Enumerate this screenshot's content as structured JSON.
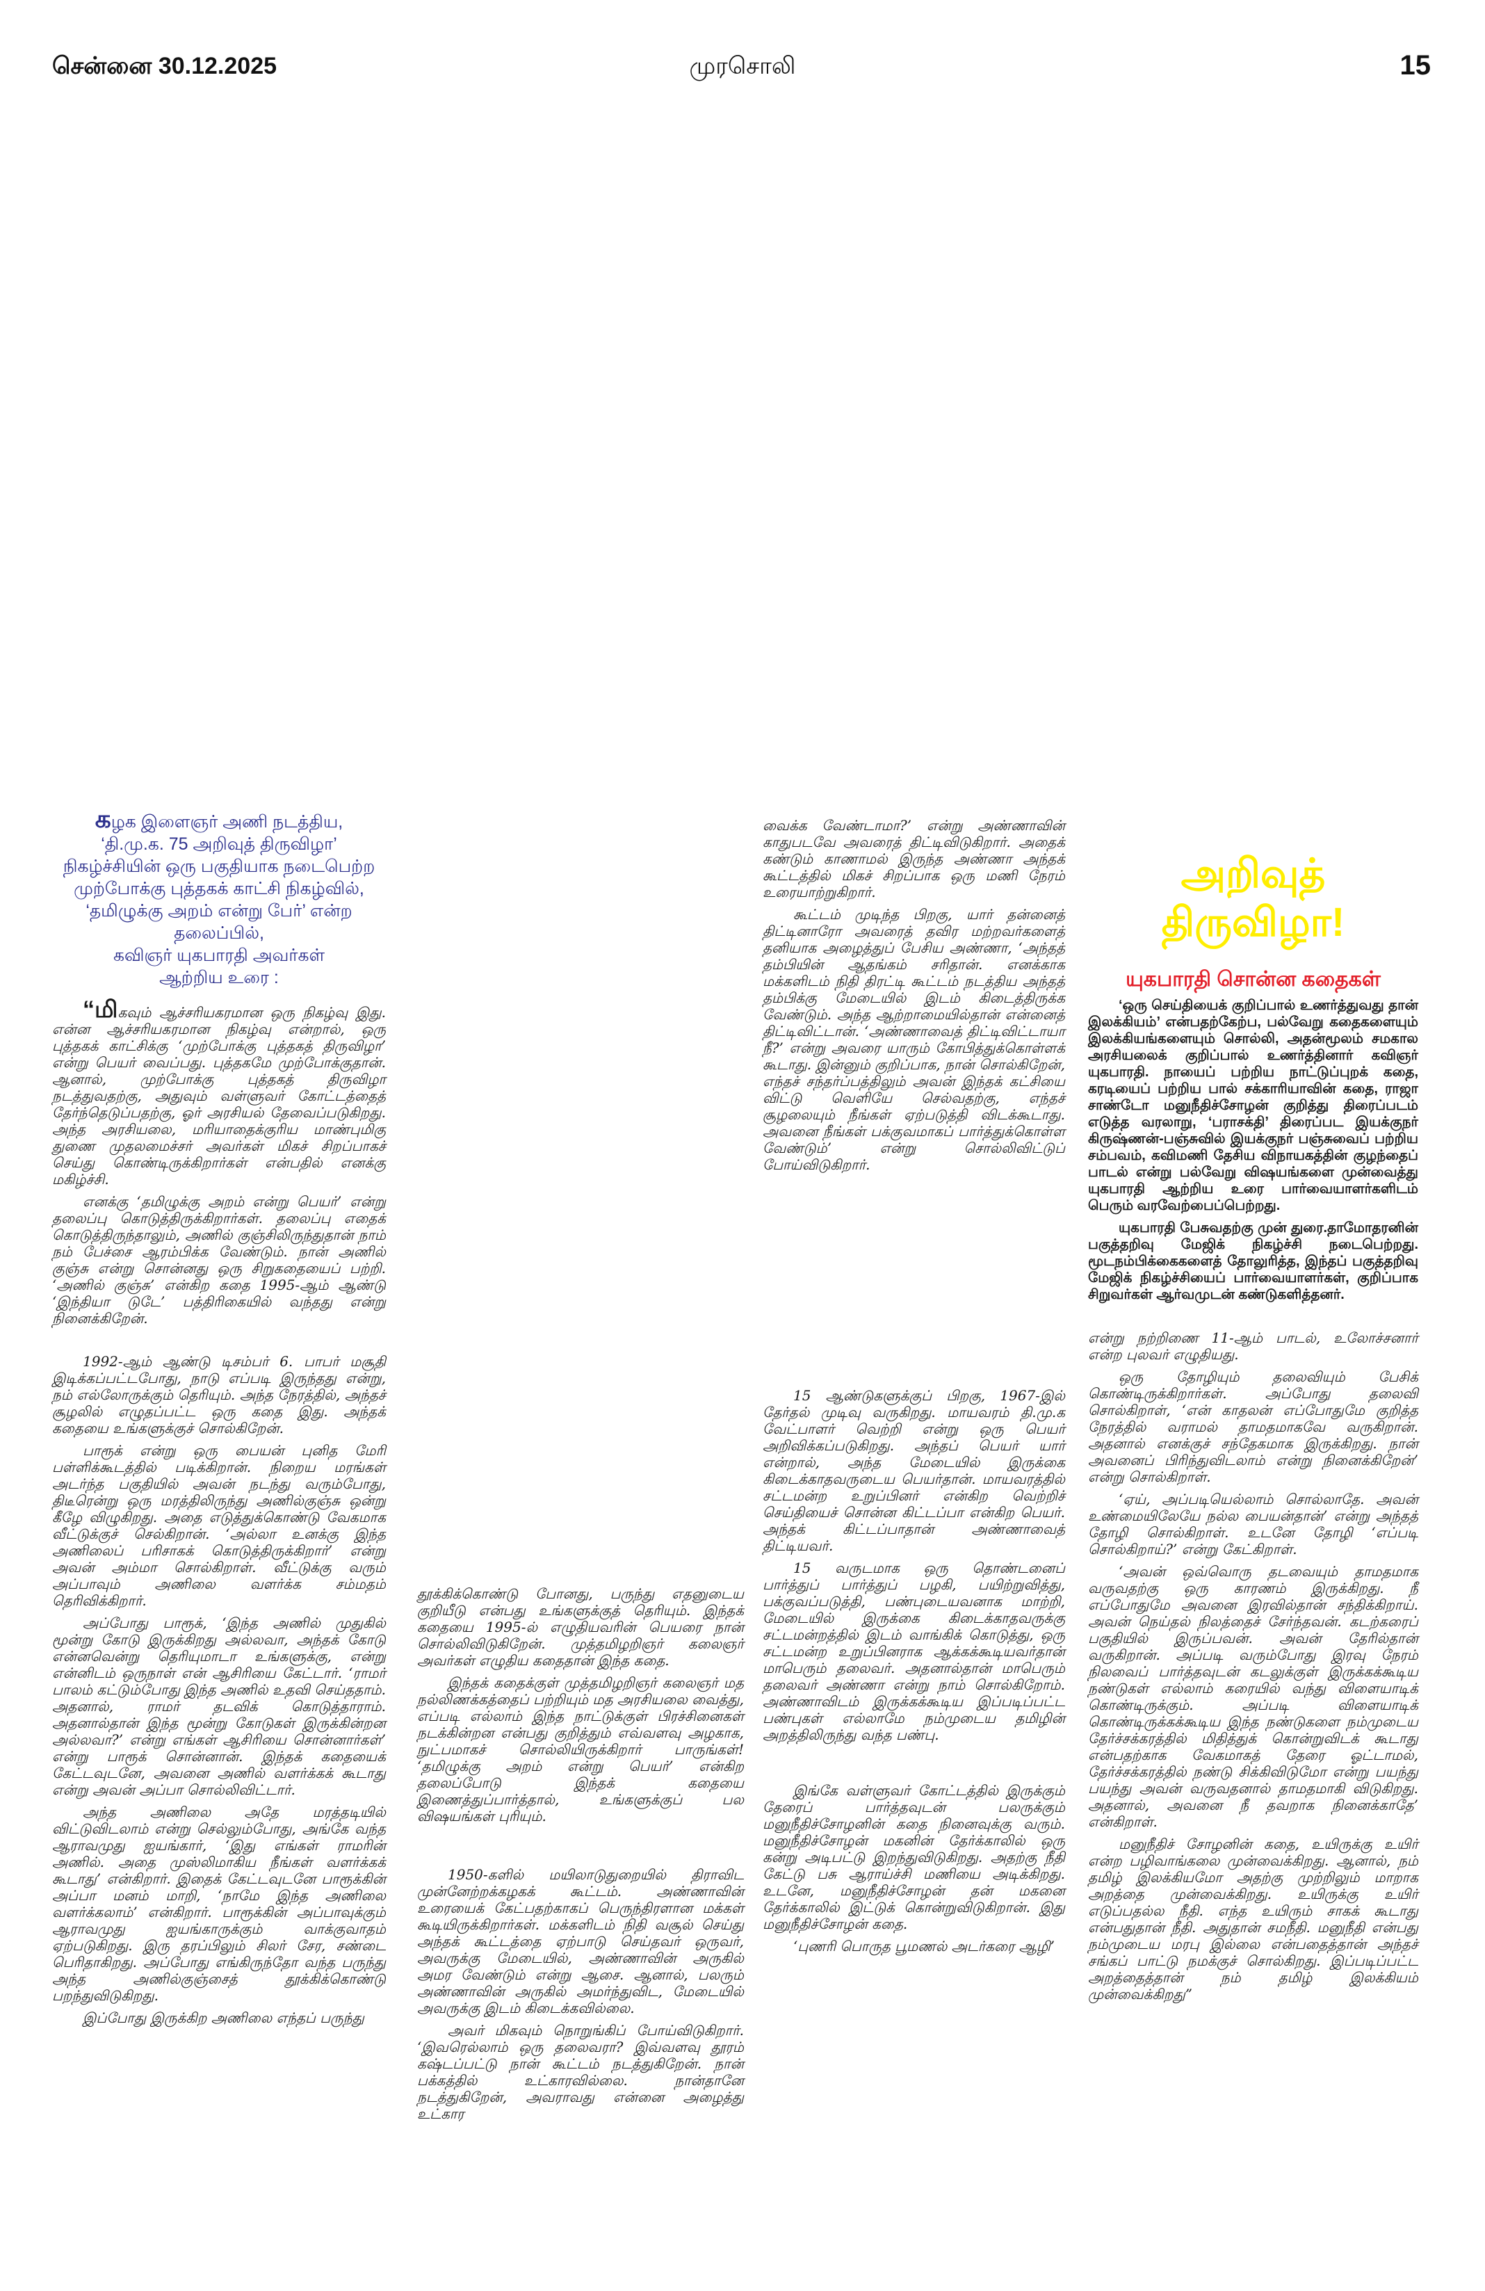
{
  "header": {
    "date": "சென்னை 30.12.2025",
    "paper_name": "முரசொலி",
    "page_number": "15"
  },
  "intro": {
    "drop_letter": "க",
    "lines": [
      "ழக இளைஞர் அணி நடத்திய,",
      "‘தி.மு.க. 75 அறிவுத் திருவிழா’",
      "நிகழ்ச்சியின் ஒரு பகுதியாக நடைபெற்ற",
      "முற்போக்கு புத்தகக் காட்சி நிகழ்வில்,",
      "‘தமிழுக்கு அறம் என்று பேர்’ என்ற தலைப்பில்,",
      "கவிஞர் யுகபாரதி அவர்கள்",
      "ஆற்றிய உரை :"
    ],
    "color": "#2b2f8c"
  },
  "sidebar": {
    "headline": "அறிவுத் திருவிழா!",
    "headline_color": "#ffee00",
    "subhead": "யுகபாரதி சொன்ன கதைகள்",
    "subhead_color": "#e3202a",
    "paragraphs": [
      "‘ஒரு செய்தியைக் குறிப்பால் உணர்த்துவது தான் இலக்கியம்’ என்பதற்கேற்ப, பல்வேறு கதைகளையும் இலக்கியங்களையும் சொல்லி, அதன்மூலம் சமகால அரசியலைக் குறிப்பால் உணர்த்தினார் கவிஞர் யுகபாரதி. நாயைப் பற்றிய நாட்டுப்புறக் கதை, கரடியைப் பற்றிய பால் சக்காரியாவின் கதை, ராஜா சாண்டோ மனுநீதிச்சோழன் குறித்து திரைப்படம் எடுத்த வரலாறு, ‘பராசக்தி’ திரைப்பட இயக்குநர் கிருஷ்ணன்-பஞ்சுவில் இயக்குநர் பஞ்சுவைப் பற்றிய சம்பவம், கவிமணி தேசிய விநாயகத்தின் குழந்தைப் பாடல் என்று பல்வேறு விஷயங்களை முன்வைத்து யுகபாரதி ஆற்றிய உரை பார்வையாளர்களிடம் பெரும் வரவேற்பைப்பெற்றது.",
      "யுகபாரதி பேசுவதற்கு முன் துரை.தாமோதரனின் பகுத்தறிவு மேஜிக் நிகழ்ச்சி நடைபெற்றது. மூடநம்பிக்கைகளைத் தோலுரித்த, இந்தப் பகுத்தறிவு மேஜிக் நிகழ்ச்சியைப் பார்வையாளர்கள், குறிப்பாக சிறுவர்கள் ஆர்வமுடன் கண்டுகளித்தனர்."
    ]
  },
  "col1_top": {
    "drop": "“மி",
    "p1_rest": "கவும் ஆச்சரியகரமான ஒரு நிகழ்வு இது. என்ன ஆச்சரியகரமான நிகழ்வு என்றால், ஒரு புத்தகக் காட்சிக்கு ‘முற்போக்கு புத்தகத் திருவிழா’ என்று பெயர் வைப்பது. புத்தகமே முற்போக்குதான். ஆனால், முற்போக்கு புத்தகத் திருவிழா நடத்துவதற்கு, அதுவும் வள்ளுவர் கோட்டத்தைத் தேர்ந்தெடுப்பதற்கு, ஓர் அரசியல் தேவைப்படுகிறது. அந்த அரசியலை, மரியாதைக்குரிய மாண்புமிகு துணை முதலமைச்சர் அவர்கள் மிகச் சிறப்பாகச் செய்து கொண்டிருக்கிறார்கள் என்பதில் எனக்கு மகிழ்ச்சி.",
    "p2": "எனக்கு ‘தமிழுக்கு அறம் என்று பெயர்’ என்று தலைப்பு கொடுத்திருக்கிறார்கள். தலைப்பு எதைக் கொடுத்திருந்தாலும், அணில் குஞ்சிலிருந்துதான் நாம் நம் பேச்சை ஆரம்பிக்க வேண்டும். நான் அணில் குஞ்சு என்று சொன்னது ஒரு சிறுகதையைப் பற்றி. ‘அணில் குஞ்சு’ என்கிற கதை 1995-ஆம் ஆண்டு ‘இந்தியா டுடே’ பத்திரிகையில் வந்தது என்று நினைக்கிறேன்."
  },
  "col1_bottom": [
    "1992-ஆம் ஆண்டு டிசம்பர் 6. பாபர் மசூதி இடிக்கப்பட்டபோது, நாடு எப்படி இருந்தது என்று, நம் எல்லோருக்கும் தெரியும். அந்த நேரத்தில், அந்தச் சூழலில் எழுதப்பட்ட ஒரு கதை இது. அந்தக் கதையை உங்களுக்குச் சொல்கிறேன்.",
    "பாரூக் என்று ஒரு பையன் புனித மேரி பள்ளிக்கூடத்தில் படிக்கிறான். நிறைய மரங்கள் அடர்ந்த பகுதியில் அவன் நடந்து வரும்போது, திடீரென்று ஒரு மரத்திலிருந்து அணில்குஞ்சு ஒன்று கீழே விழுகிறது. அதை எடுத்துக்கொண்டு வேகமாக வீட்டுக்குச் செல்கிறான். ‘அல்லா உனக்கு இந்த அணிலைப் பரிசாகக் கொடுத்திருக்கிறார்’ என்று அவன் அம்மா சொல்கிறாள். வீட்டுக்கு வரும் அப்பாவும் அணிலை வளர்க்க சம்மதம் தெரிவிக்கிறார்.",
    "அப்போது பாரூக், ‘இந்த அணில் முதுகில் மூன்று கோடு இருக்கிறது அல்லவா, அந்தக் கோடு என்னவென்று தெரியுமாடா உங்களுக்கு, என்று என்னிடம் ஒருநாள் என் ஆசிரியை கேட்டார். ‘ராமர் பாலம் கட்டும்போது இந்த அணில் உதவி செய்ததாம். அதனால், ராமர் தடவிக் கொடுத்தாராம். அதனால்தான் இந்த மூன்று கோடுகள் இருக்கின்றன அல்லவா?’ என்று எங்கள் ஆசிரியை சொன்னார்கள்’ என்று பாரூக் சொன்னான். இந்தக் கதையைக் கேட்டவுடனே, அவனை அணில் வளர்க்கக் கூடாது என்று அவன் அப்பா சொல்லிவிட்டார்.",
    "அந்த அணிலை அதே மரத்தடியில் விட்டுவிடலாம் என்று செல்லும்போது, அங்கே வந்த ஆராவமுது ஐயங்கார், ‘இது எங்கள் ராமரின் அணில். அதை முஸ்லிமாகிய நீங்கள் வளர்க்கக் கூடாது’ என்கிறார். இதைக் கேட்டவுடனே பாரூக்கின் அப்பா மனம் மாறி, ‘நாமே இந்த அணிலை வளர்க்கலாம்’ என்கிறார். பாரூக்கின் அப்பாவுக்கும் ஆராவமுது ஐயங்காருக்கும் வாக்குவாதம் ஏற்படுகிறது. இரு தரப்பிலும் சிலர் சேர, சண்டை பெரிதாகிறது. அப்போது எங்கிருந்தோ வந்த பருந்து அந்த அணில்குஞ்சைத் தூக்கிக்கொண்டு பறந்துவிடுகிறது.",
    "இப்போது இருக்கிற அணிலை எந்தப் பருந்து"
  ],
  "col2": [
    "தூக்கிக்கொண்டு போனது, பருந்து எதனுடைய குறியீடு என்பது உங்களுக்குத் தெரியும். இந்தக் கதையை 1995-ல் எழுதியவரின் பெயரை நான் சொல்லிவிடுகிறேன். முத்தமிழறிஞர் கலைஞர் அவர்கள் எழுதிய கதைதான் இந்த கதை.",
    "இந்தக் கதைக்குள் முத்தமிழறிஞர் கலைஞர் மத நல்லிணக்கத்தைப் பற்றியும் மத அரசியலை வைத்து, எப்படி எல்லாம் இந்த நாட்டுக்குள் பிரச்சினைகள் நடக்கின்றன என்பது குறித்தும் எவ்வளவு அழகாக, நுட்பமாகச் சொல்லியிருக்கிறார் பாருங்கள்! ‘தமிழுக்கு அறம் என்று பெயர்’ என்கிற தலைப்போடு இந்தக் கதையை இணைத்துப்பார்த்தால், உங்களுக்குப் பல விஷயங்கள் புரியும்.",
    "1950-களில் மயிலாடுதுறையில் திராவிட முன்னேற்றக்கழகக் கூட்டம். அண்ணாவின் உரையைக் கேட்பதற்காகப் பெருந்திரளான மக்கள் கூடியிருக்கிறார்கள். மக்களிடம் நிதி வசூல் செய்து அந்தக் கூட்டத்தை ஏற்பாடு செய்தவர் ஒருவர், அவருக்கு மேடையில், அண்ணாவின் அருகில் அமர வேண்டும் என்று ஆசை. ஆனால், பலரும் அண்ணாவின் அருகில் அமர்ந்துவிட, மேடையில் அவருக்கு இடம் கிடைக்கவில்லை.",
    "அவர் மிகவும் நொறுங்கிப் போய்விடுகிறார். ‘இவரெல்லாம் ஒரு தலைவரா? இவ்வளவு தூரம் கஷ்டப்பட்டு நான் கூட்டம் நடத்துகிறேன். நான் பக்கத்தில் உட்காரவில்லை. நான்தானே நடத்துகிறேன், அவராவது என்னை அழைத்து உட்கார"
  ],
  "col3_top": [
    "வைக்க வேண்டாமா?’ என்று அண்ணாவின் காதுபடவே அவரைத் திட்டிவிடுகிறார். அதைக் கண்டும் காணாமல் இருந்த அண்ணா அந்தக் கூட்டத்தில் மிகச் சிறப்பாக ஒரு மணி நேரம் உரையாற்றுகிறார்.",
    "கூட்டம் முடிந்த பிறகு, யார் தன்னைத் திட்டினாரோ அவரைத் தவிர மற்றவர்களைத் தனியாக அழைத்துப் பேசிய அண்ணா, ‘அந்தத் தம்பியின் ஆதங்கம் சரிதான். எனக்காக மக்களிடம் நிதி திரட்டி கூட்டம் நடத்திய அந்தத் தம்பிக்கு மேடையில் இடம் கிடைத்திருக்க வேண்டும். அந்த ஆற்றாமையில்தான் என்னைத் திட்டிவிட்டான். ‘அண்ணாவைத் திட்டிவிட்டாயா நீ?’ என்று அவரை யாரும் கோபித்துக்கொள்ளக் கூடாது. இன்னும் குறிப்பாக, நான் சொல்கிறேன், எந்தச் சந்தர்ப்பத்திலும் அவன் இந்தக் கட்சியை விட்டு வெளியே செல்வதற்கு, எந்தச் சூழலையும் நீங்கள் ஏற்படுத்தி விடக்கூடாது. அவனை நீங்கள் பக்குவமாகப் பார்த்துக்கொள்ள வேண்டும்’ என்று சொல்லிவிட்டுப் போய்விடுகிறார்."
  ],
  "col3_bottom": [
    "15 ஆண்டுகளுக்குப் பிறகு, 1967-இல் தேர்தல் முடிவு வருகிறது. மாயவரம் தி.மு.க வேட்பாளர் வெற்றி என்று ஒரு பெயர் அறிவிக்கப்படுகிறது. அந்தப் பெயர் யார் என்றால், அந்த மேடையில் இருக்கை கிடைக்காதவருடைய பெயர்தான். மாயவரத்தில் சட்டமன்ற உறுப்பினர் என்கிற வெற்றிச் செய்தியைச் சொன்ன கிட்டப்பா என்கிற பெயர். அந்தக் கிட்டப்பாதான் அண்ணாவைத் திட்டியவர்.",
    "15 வருடமாக ஒரு தொண்டனைப் பார்த்துப் பார்த்துப் பழகி, பயிற்றுவித்து, பக்குவப்படுத்தி, பண்புடையவனாக மாற்றி, மேடையில் இருக்கை கிடைக்காதவருக்கு சட்டமன்றத்தில் இடம் வாங்கிக் கொடுத்து, ஒரு சட்டமன்ற உறுப்பினராக ஆக்கக்கூடியவர்தான் மாபெரும் தலைவர். அதனால்தான் மாபெரும் தலைவர் அண்ணா என்று நாம் சொல்கிறோம். அண்ணாவிடம் இருக்கக்கூடிய இப்படிப்பட்ட பண்புகள் எல்லாமே நம்முடைய தமிழின் அறத்திலிருந்து வந்த பண்பு.",
    "இங்கே வள்ளுவர் கோட்டத்தில் இருக்கும் தேரைப் பார்த்தவுடன் பலருக்கும் மனுநீதிச்சோழனின் கதை நினைவுக்கு வரும். மனுநீதிச்சோழன் மகனின் தேர்க்காலில் ஒரு கன்று அடிபட்டு இறந்துவிடுகிறது. அதற்கு நீதி கேட்டு பசு ஆராய்ச்சி மணியை அடிக்கிறது. உடனே, மனுநீதிச்சோழன் தன் மகனை தேர்க்காலில் இட்டுக் கொன்றுவிடுகிறான். இது மனுநீதிச்சோழன் கதை.",
    "‘புணரி பொருத பூமணல் அடர்கரை ஆழி’"
  ],
  "col4_bottom": [
    "என்று நற்றிணை 11-ஆம் பாடல், உலோச்சனார் என்ற புலவர் எழுதியது.",
    "ஒரு தோழியும் தலைவியும் பேசிக் கொண்டிருக்கிறார்கள். அப்போது தலைவி சொல்கிறாள், ‘என் காதலன் எப்போதுமே குறித்த நேரத்தில் வராமல் தாமதமாகவே வருகிறான். அதனால் எனக்குச் சந்தேகமாக இருக்கிறது. நான் அவனைப் பிரிந்துவிடலாம் என்று நினைக்கிறேன்’ என்று சொல்கிறாள்.",
    "‘ஏய், அப்படியெல்லாம் சொல்லாதே. அவன் உண்மையிலேயே நல்ல பையன்தான்’ என்று அந்தத் தோழி சொல்கிறாள். உடனே தோழி ‘எப்படி சொல்கிறாய்?’ என்று கேட்கிறாள்.",
    "‘அவன் ஒவ்வொரு தடவையும் தாமதமாக வருவதற்கு ஒரு காரணம் இருக்கிறது. நீ எப்போதுமே அவனை இரவில்தான் சந்திக்கிறாய். அவன் நெய்தல் நிலத்தைச் சேர்ந்தவன். கடற்கரைப் பகுதியில் இருப்பவன். அவன் தேரில்தான் வருகிறான். அப்படி வரும்போது இரவு நேரம் நிலவைப் பார்த்தவுடன் கடலுக்குள் இருக்கக்கூடிய நண்டுகள் எல்லாம் கரையில் வந்து விளையாடிக் கொண்டிருக்கும். அப்படி விளையாடிக் கொண்டிருக்கக்கூடிய இந்த நண்டுகளை நம்முடைய தேர்ச்சக்கரத்தில் மிதித்துக் கொன்றுவிடக் கூடாது என்பதற்காக வேகமாகத் தேரை ஓட்டாமல், தேர்ச்சக்கரத்தில் நண்டு சிக்கிவிடுமோ என்று பயந்து பயந்து அவன் வருவதனால் தாமதமாகி விடுகிறது. அதனால், அவனை நீ தவறாக நினைக்காதே’ என்கிறாள்.",
    "மனுநீதிச் சோழனின் கதை, உயிருக்கு உயிர் என்ற பழிவாங்கலை முன்வைக்கிறது. ஆனால், நம் தமிழ் இலக்கியமோ அதற்கு முற்றிலும் மாறாக அறத்தை முன்வைக்கிறது. உயிருக்கு உயிர் எடுப்பதல்ல நீதி. எந்த உயிரும் சாகக் கூடாது என்பதுதான் நீதி. அதுதான் சமநீதி. மனுநீதி என்பது நம்முடைய மரபு இல்லை என்பதைத்தான் அந்தச் சங்கப் பாட்டு நமக்குச் சொல்கிறது. இப்படிப்பட்ட அறத்தைத்தான் நம் தமிழ் இலக்கியம் முன்வைக்கிறது”"
  ]
}
